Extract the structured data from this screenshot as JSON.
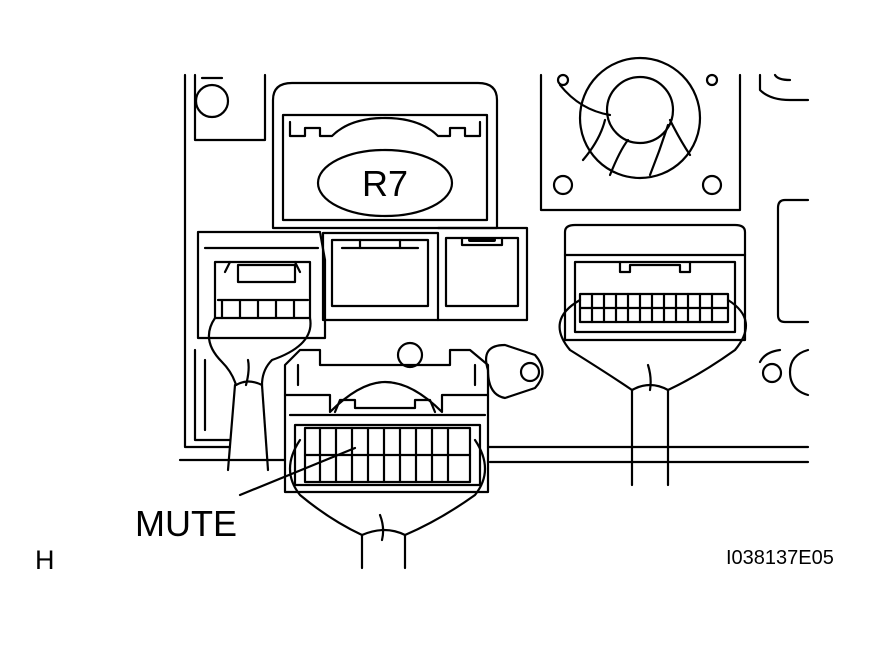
{
  "diagram": {
    "connector_label": "R7",
    "callout_label": "MUTE",
    "corner_letter": "H",
    "figure_id": "I038137E05"
  },
  "colors": {
    "line": "#000000",
    "background": "#ffffff"
  }
}
